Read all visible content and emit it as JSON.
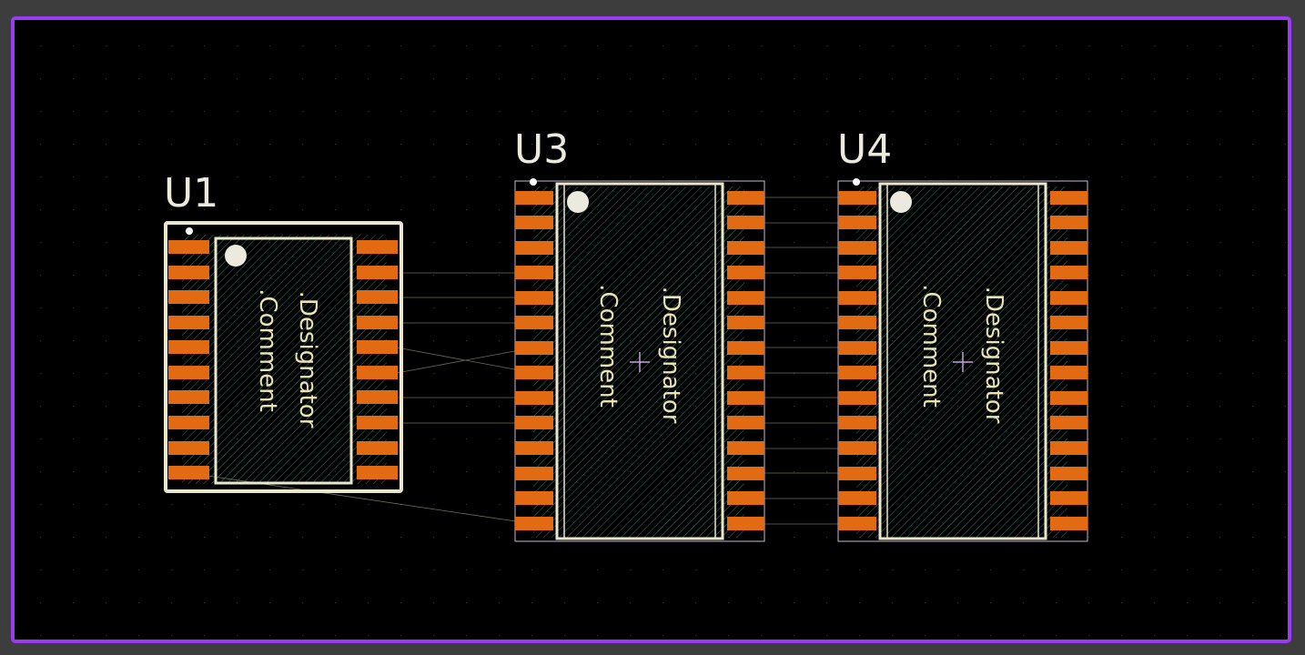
{
  "colors": {
    "workspace": "#3d3d3d",
    "board_fill": "#000000",
    "board_outline": "#9a3bf0",
    "grid_dot": "#2e2e2e",
    "pad": "#e26a12",
    "silkscreen": "#e9e6cc",
    "overlay_text": "#ece3b0",
    "courtyard": "#c9b8d6",
    "ratsnest": "#c9c89a",
    "hatch": "#2f8a7a",
    "center_cross": "#c7a0d8"
  },
  "components": [
    {
      "designator": "U1",
      "designator_field": ".Designator",
      "comment_field": ".Comment",
      "pins_per_side": 10
    },
    {
      "designator": "U3",
      "designator_field": ".Designator",
      "comment_field": ".Comment",
      "pins_per_side": 14
    },
    {
      "designator": "U4",
      "designator_field": ".Designator",
      "comment_field": ".Comment",
      "pins_per_side": 14
    }
  ]
}
